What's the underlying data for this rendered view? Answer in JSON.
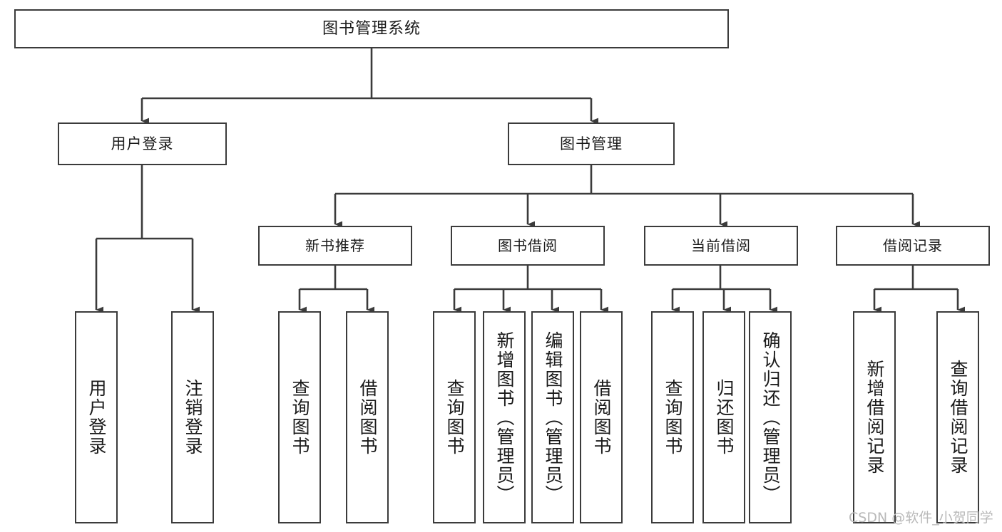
{
  "diagram": {
    "type": "tree-hierarchy-chart",
    "title": "图书管理系统",
    "line_color": "#3b3b3b",
    "box_fill": "#ffffff",
    "text_color": "#1a1a1a",
    "root": {
      "label": "图书管理系统"
    },
    "level1": [
      {
        "label": "用户登录"
      },
      {
        "label": "图书管理"
      }
    ],
    "level2": [
      {
        "label": "新书推荐"
      },
      {
        "label": "图书借阅"
      },
      {
        "label": "当前借阅"
      },
      {
        "label": "借阅记录"
      }
    ],
    "leaves": {
      "user_login": [
        {
          "label": "用户登录"
        },
        {
          "label": "注销登录"
        }
      ],
      "new_book_recommend": [
        {
          "label": "查询图书"
        },
        {
          "label": "借阅图书"
        }
      ],
      "book_borrow": [
        {
          "label": "查询图书"
        },
        {
          "label": "新增图书（管理员）"
        },
        {
          "label": "编辑图书（管理员）"
        },
        {
          "label": "借阅图书"
        }
      ],
      "current_borrow": [
        {
          "label": "查询图书"
        },
        {
          "label": "归还图书"
        },
        {
          "label": "确认归还（管理员）"
        }
      ],
      "borrow_record": [
        {
          "label": "新增借阅记录"
        },
        {
          "label": "查询借阅记录"
        }
      ]
    }
  },
  "watermark": {
    "text": "CSDN @软件_小贺同学"
  }
}
